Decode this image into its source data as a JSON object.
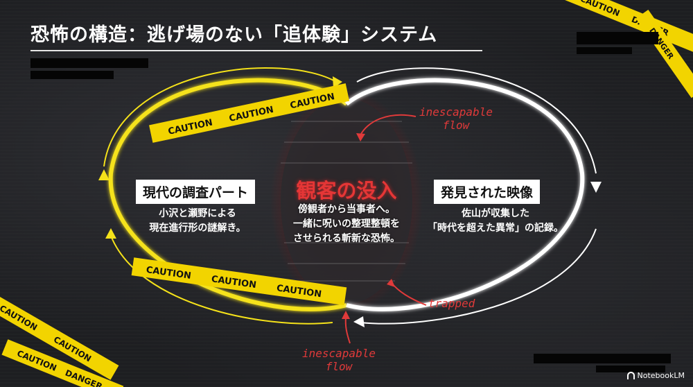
{
  "title": "恐怖の構造：逃げ場のない「追体験」システム",
  "left_card": {
    "title": "現代の調査パート",
    "line1": "小沢と瀬野による",
    "line2": "現在進行形の謎解き。"
  },
  "right_card": {
    "title": "発見された映像",
    "line1": "佐山が収集した",
    "line2": "「時代を超えた異常」の記録。"
  },
  "center": {
    "title": "観客の没入",
    "line1": "傍観者から当事者へ。",
    "line2": "一緒に呪いの整理整頓を",
    "line3": "させられる斬新な恐怖。"
  },
  "annotations": {
    "top_line1": "inescapable",
    "top_line2": "flow",
    "trapped": "trapped",
    "bottom_line1": "inescapable",
    "bottom_line2": "flow"
  },
  "tape": {
    "caution": "CAUTION",
    "danger": "DANGER"
  },
  "brand": "NotebookLM",
  "colors": {
    "yellow_loop": "#f5e21a",
    "white_loop": "#ffffff",
    "center_red": "#e53636",
    "tape_yellow": "#f2d400",
    "background": "#1d1e21"
  }
}
